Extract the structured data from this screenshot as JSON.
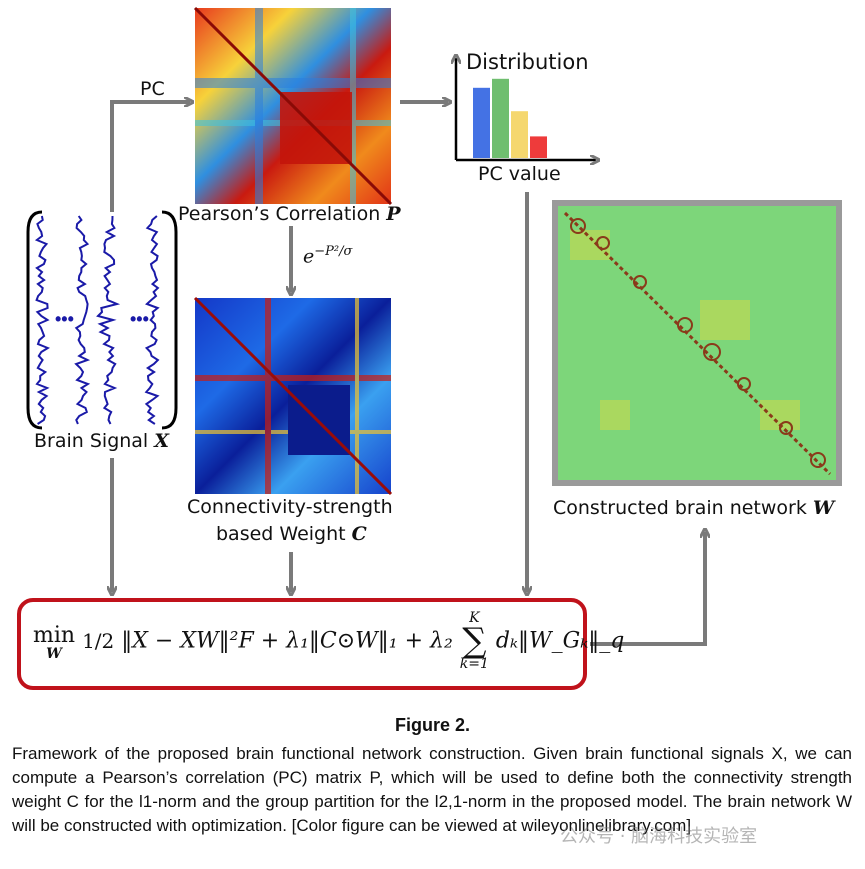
{
  "labels": {
    "pc": "PC",
    "pearson": "Pearson’s Correlation",
    "pearson_var": "P",
    "exp_label": "e",
    "exp_sup": "−P²/σ",
    "brain_signal": "Brain Signal",
    "brain_var": "X",
    "distribution": "Distribution",
    "pc_value": "PC value",
    "conn_line1": "Connectivity-strength",
    "conn_line2": "based Weight",
    "conn_var": "C",
    "constructed": "Constructed brain network",
    "constructed_var": "W"
  },
  "formula": {
    "min": "min",
    "min_sub": "W",
    "half": "1/2",
    "term1": "‖X − XW‖²F",
    "plus1": "+ λ₁‖C⊙W‖₁ + λ₂",
    "sum_top": "K",
    "sum_bottom": "k=1",
    "term3": "dₖ‖W_Gₖ‖_q"
  },
  "distribution_bars": [
    {
      "value": 0.78,
      "color": "#4472e4"
    },
    {
      "value": 0.88,
      "color": "#6fbe6f"
    },
    {
      "value": 0.52,
      "color": "#f5d76e"
    },
    {
      "value": 0.24,
      "color": "#ee3b3b"
    }
  ],
  "caption": {
    "title": "Figure 2.",
    "text": "Framework of the proposed brain functional network construction. Given brain functional signals X, we can compute a Pearson’s correlation (PC) matrix P, which will be used to define both the connectivity strength weight C for the l1-norm and the group partition for the l2,1-norm in the proposed model. The brain network W will be constructed with optimization. [Color figure can be viewed at wileyonlinelibrary.com]"
  },
  "watermark": "公众号 · 脑海科技实验室",
  "colors": {
    "arrow": "#7a7a7a",
    "formula_border": "#c0121b",
    "signal": "#1a1aa8"
  }
}
